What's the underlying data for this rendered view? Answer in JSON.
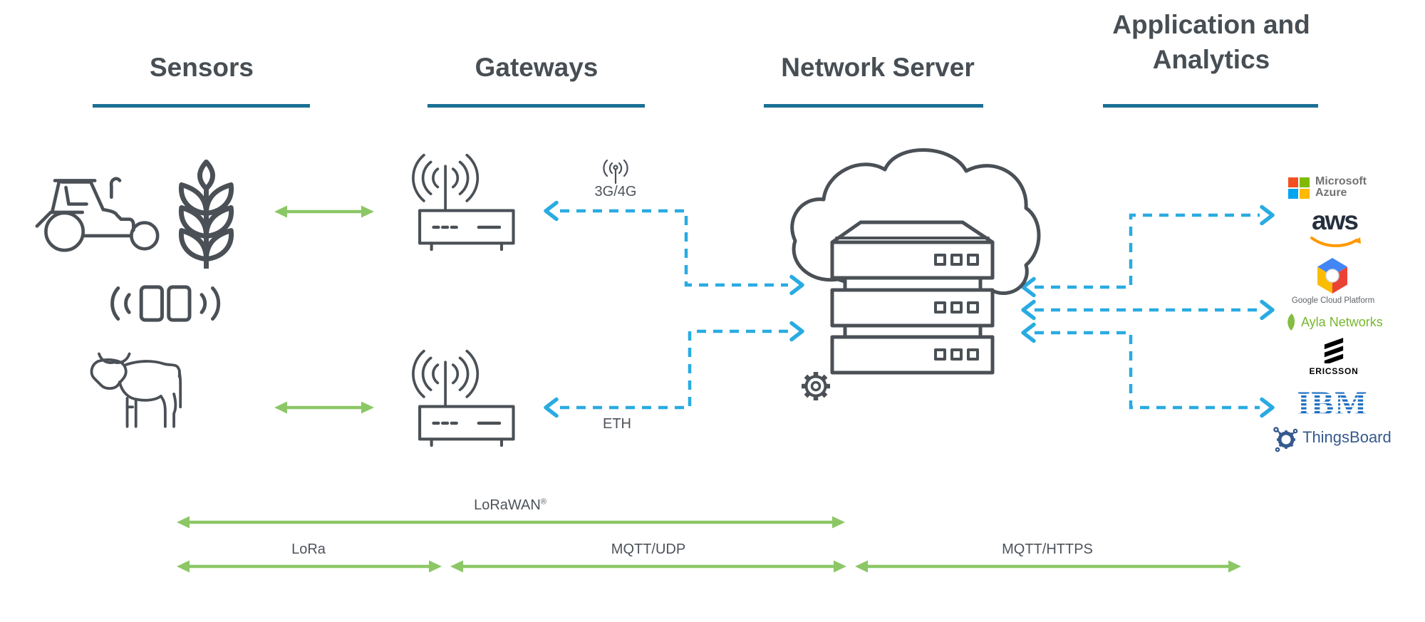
{
  "headings": {
    "sensors": "Sensors",
    "gateways": "Gateways",
    "network_server": "Network Server",
    "applications": "Application and Analytics"
  },
  "connections": {
    "cellular": "3G/4G",
    "ethernet": "ETH"
  },
  "protocols": {
    "lorawan": {
      "name": "LoRaWAN",
      "registered": "®"
    },
    "lora": "LoRa",
    "mqtt_udp": "MQTT/UDP",
    "mqtt_https": "MQTT/HTTPS"
  },
  "providers": {
    "microsoft": {
      "line1": "Microsoft",
      "line2": "Azure"
    },
    "aws": {
      "text": "aws"
    },
    "gcp": {
      "name": "Google Cloud Platform"
    },
    "ayla": {
      "name": "Ayla Networks"
    },
    "ericsson": {
      "name": "ERICSSON"
    },
    "ibm": {
      "name": "IBM"
    },
    "thingsboard": {
      "name": "ThingsBoard"
    }
  },
  "icons": [
    "tractor-icon",
    "wheat-icon",
    "rfid-tags-icon",
    "cow-icon",
    "gateway-icon",
    "cellular-antenna-icon",
    "cloud-server-icon",
    "gear-icon",
    "microsoft-logo-icon",
    "aws-smile-icon",
    "gcp-hexagon-icon",
    "ayla-leaf-icon",
    "ericsson-bars-icon",
    "ibm-logo",
    "thingsboard-gear-icon"
  ],
  "colors": {
    "heading_gray": "#474E54",
    "icon_gray": "#4A5056",
    "underline_teal": "#1B7094",
    "arrow_green": "#8CC766",
    "dashed_blue": "#29ABE2",
    "microsoft_red": "#F25022",
    "microsoft_green": "#7FBA00",
    "microsoft_blue": "#00A4EF",
    "microsoft_yellow": "#FFB900",
    "microsoft_text": "#737373",
    "aws_navy": "#252F3E",
    "aws_orange": "#FF9900",
    "gcp_blue": "#4285F4",
    "gcp_red": "#EA4335",
    "gcp_yellow": "#FBBC05",
    "ayla_green": "#76B82A",
    "ericsson_black": "#000000",
    "ibm_blue": "#1F70C1",
    "thingsboard_blue": "#35598E"
  }
}
